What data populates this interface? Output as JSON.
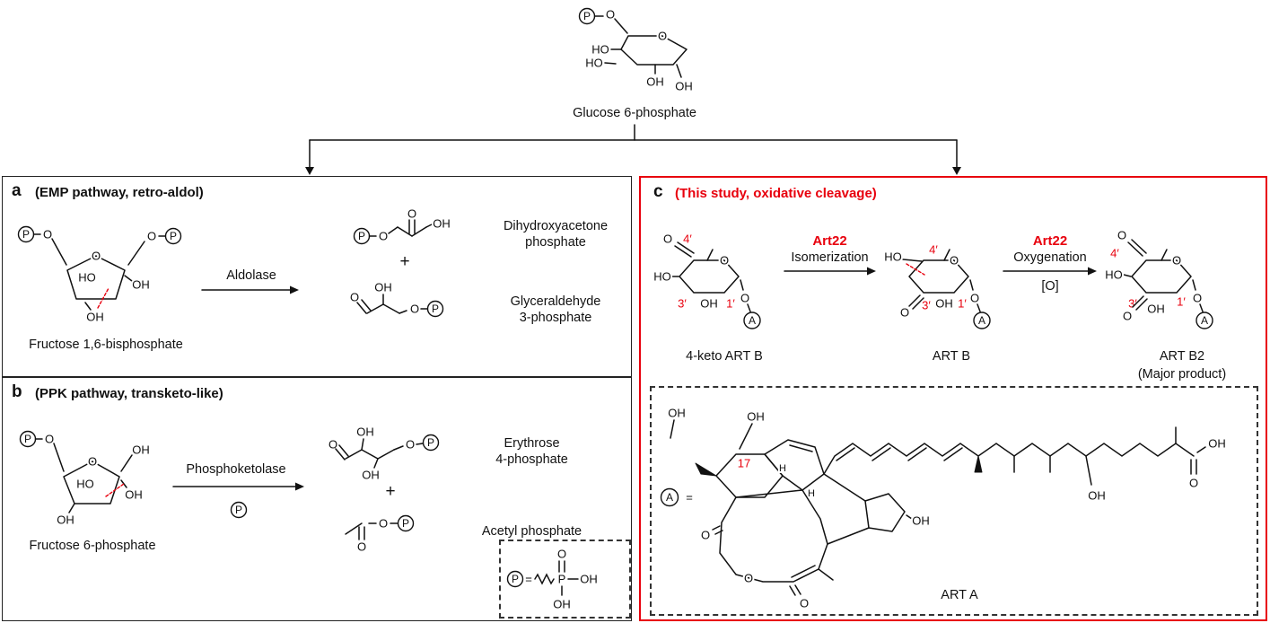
{
  "colors": {
    "accent_red": "#e8000d",
    "ink": "#111111"
  },
  "top": {
    "label": "Glucose 6-phosphate",
    "atoms": {
      "p": "P",
      "o1": "O",
      "oring": "O",
      "ho1": "HO",
      "ho2": "HO",
      "oh1": "OH",
      "oh2": "OH"
    }
  },
  "panel_a": {
    "id": "a",
    "title": "(EMP pathway, retro-aldol)",
    "substrate": {
      "label": "Fructose 1,6-bisphosphate",
      "atoms": {
        "p1": "P",
        "o1": "O",
        "oring": "O",
        "ho": "HO",
        "oh1": "OH",
        "oh2": "OH",
        "o2": "O",
        "p2": "P"
      }
    },
    "enzyme": "Aldolase",
    "plus": "+",
    "product1": {
      "line1": "Dihydroxyacetone",
      "line2": "phosphate",
      "atoms": {
        "p": "P",
        "o1": "O",
        "o2": "O",
        "oh": "OH"
      }
    },
    "product2": {
      "line1": "Glyceraldehyde",
      "line2": "3-phosphate",
      "atoms": {
        "o1": "O",
        "oh": "OH",
        "o2": "O",
        "p": "P"
      }
    }
  },
  "panel_b": {
    "id": "b",
    "title": "(PPK pathway, transketo-like)",
    "substrate": {
      "label": "Fructose 6-phosphate",
      "atoms": {
        "p": "P",
        "o1": "O",
        "oring": "O",
        "oh_top": "OH",
        "ho": "HO",
        "oh_mid": "OH",
        "oh_bot": "OH"
      }
    },
    "enzyme": "Phosphoketolase",
    "cofactor": "P",
    "plus": "+",
    "product1": {
      "line1": "Erythrose",
      "line2": "4-phosphate",
      "atoms": {
        "o1": "O",
        "oh1": "OH",
        "oh2": "OH",
        "o2": "O",
        "p": "P"
      }
    },
    "product2": {
      "label": "Acetyl phosphate",
      "atoms": {
        "o1": "O",
        "o2": "O",
        "p": "P"
      }
    },
    "legend": {
      "p": "P",
      "eq": "=",
      "patom": "P",
      "o": "O",
      "oh1": "OH",
      "oh2": "OH"
    }
  },
  "panel_c": {
    "id": "c",
    "title": "(This study, oxidative cleavage)",
    "mol1": {
      "label": "4-keto ART B",
      "atoms": {
        "o_keto": "O",
        "pos4": "4′",
        "ho": "HO",
        "pos3": "3′",
        "oh": "OH",
        "pos1": "1′",
        "oring": "O",
        "olink": "O",
        "a": "A"
      }
    },
    "arrow1": {
      "enzyme": "Art22",
      "reaction": "Isomerization"
    },
    "mol2": {
      "label": "ART B",
      "atoms": {
        "ho": "HO",
        "pos4": "4′",
        "o_keto": "O",
        "pos3": "3′",
        "oh": "OH",
        "pos1": "1′",
        "oring": "O",
        "olink": "O",
        "a": "A"
      }
    },
    "arrow2": {
      "enzyme": "Art22",
      "reaction": "Oxygenation",
      "oxidant": "[O]"
    },
    "mol3": {
      "label": "ART B2",
      "sublabel": "(Major product)",
      "atoms": {
        "o_top": "O",
        "pos4": "4′",
        "ho": "HO",
        "pos3": "3′",
        "o_acid": "O",
        "oh": "OH",
        "pos1": "1′",
        "oring": "O",
        "olink": "O",
        "a": "A"
      }
    },
    "arta": {
      "label": "ART A",
      "oh_def": "OH",
      "a": "A",
      "eq": "=",
      "atoms": {
        "oh17": "OH",
        "pos17": "17",
        "h1": "H",
        "h2": "H",
        "oh_cp": "OH",
        "oring": "O",
        "o_lact1": "O",
        "o_lact2": "O",
        "oh_chain": "OH",
        "oh_acid": "OH",
        "o_acid": "O"
      }
    }
  }
}
